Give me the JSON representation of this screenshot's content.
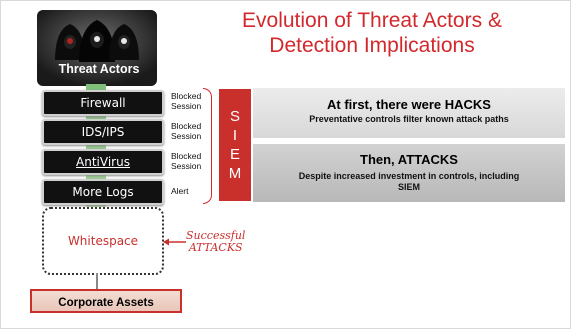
{
  "title_line1": "Evolution of Threat Actors &",
  "title_line2": "Detection Implications",
  "threat_actors_label": "Threat Actors",
  "controls": [
    {
      "label": "Firewall",
      "status_line1": "Blocked",
      "status_line2": "Session"
    },
    {
      "label": "IDS/IPS",
      "status_line1": "Blocked",
      "status_line2": "Session"
    },
    {
      "label": "AntiVirus",
      "status_line1": "Blocked",
      "status_line2": "Session"
    },
    {
      "label": "More Logs",
      "status_line1": "Alert",
      "status_line2": ""
    }
  ],
  "siem_letters": [
    "S",
    "I",
    "E",
    "M"
  ],
  "panel1": {
    "heading": "At first, there were HACKS",
    "text": "Preventative controls filter known attack paths"
  },
  "panel2": {
    "heading": "Then, ATTACKS",
    "text_line1": "Despite increased investment in controls, including",
    "text_line2": "SIEM"
  },
  "whitespace_label": "Whitespace",
  "success_line1": "Successful",
  "success_line2": "ATTACKS",
  "corporate_assets": "Corporate Assets",
  "colors": {
    "accent_red": "#d3292d",
    "green": "#8cc784",
    "panel_light": "#e3e3e3",
    "panel_dark": "#c4c4c4"
  }
}
